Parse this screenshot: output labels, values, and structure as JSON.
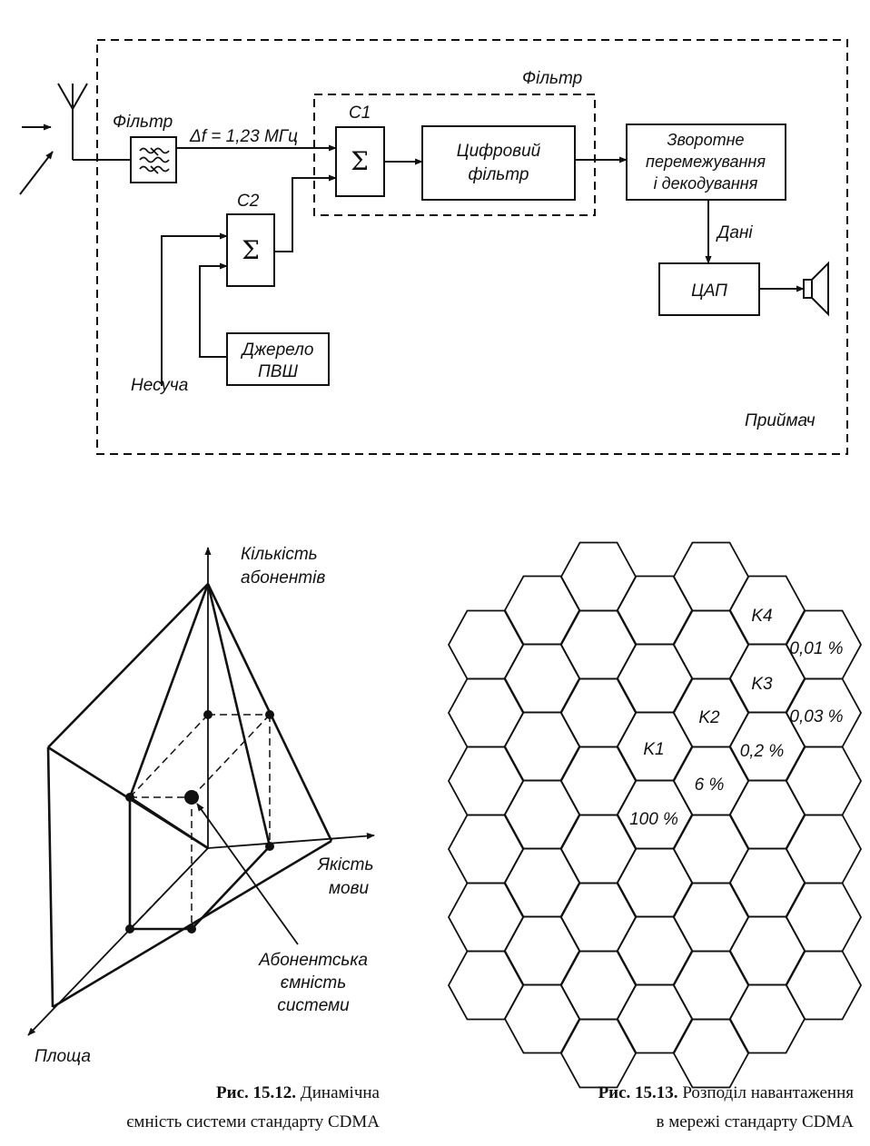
{
  "receiver": {
    "filter_label": "Фільтр",
    "bandwidth_label": "Δf = 1,23 МГц",
    "inner_filter_label": "Фільтр",
    "c1_label": "C1",
    "c2_label": "C2",
    "sigma": "Σ",
    "digital_filter": [
      "Цифровий",
      "фільтр"
    ],
    "deinterleave": [
      "Зворотне",
      "перемежування",
      "і декодування"
    ],
    "data_label": "Дані",
    "dac_label": "ЦАП",
    "pn_source": [
      "Джерело",
      "ПВШ"
    ],
    "carrier_label": "Несуча",
    "receiver_label": "Приймач"
  },
  "fig12": {
    "axis_subscribers": [
      "Кількість",
      "абонентів"
    ],
    "axis_quality": [
      "Якість",
      "мови"
    ],
    "axis_area": "Площа",
    "capacity_label": [
      "Абонентська",
      "ємність",
      "системи"
    ],
    "caption_num": "Рис. 15.12.",
    "caption_line1": "Динамічна",
    "caption_line2": "ємність системи стандарту CDMA"
  },
  "fig13": {
    "cells": {
      "k1": "K1",
      "k2": "K2",
      "k3": "K3",
      "k4": "K4",
      "p100": "100 %",
      "p6": "6 %",
      "p02": "0,2 %",
      "p003": "0,03 %",
      "p001": "0,01 %"
    },
    "caption_num": "Рис. 15.13.",
    "caption_line1": "Розподіл навантаження",
    "caption_line2": "в мережі стандарту CDMA"
  }
}
